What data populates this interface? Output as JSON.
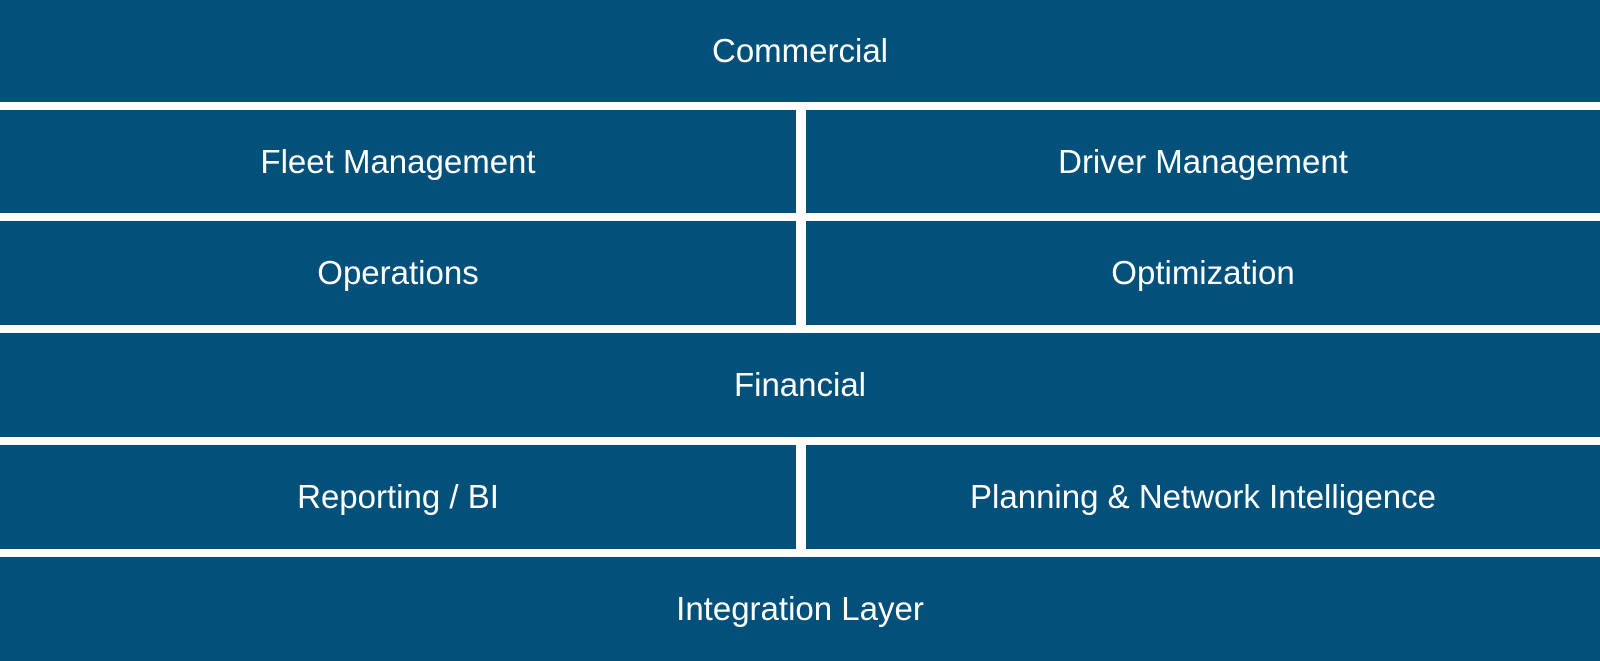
{
  "layers": {
    "commercial": "Commercial",
    "fleet_management": "Fleet Management",
    "driver_management": "Driver Management",
    "operations": "Operations",
    "optimization": "Optimization",
    "financial": "Financial",
    "reporting_bi": "Reporting / BI",
    "planning_network_intelligence": "Planning & Network Intelligence",
    "integration_layer": "Integration Layer"
  },
  "colors": {
    "block_fill": "#03507a",
    "text": "#ffffff",
    "separator": "#ffffff"
  }
}
